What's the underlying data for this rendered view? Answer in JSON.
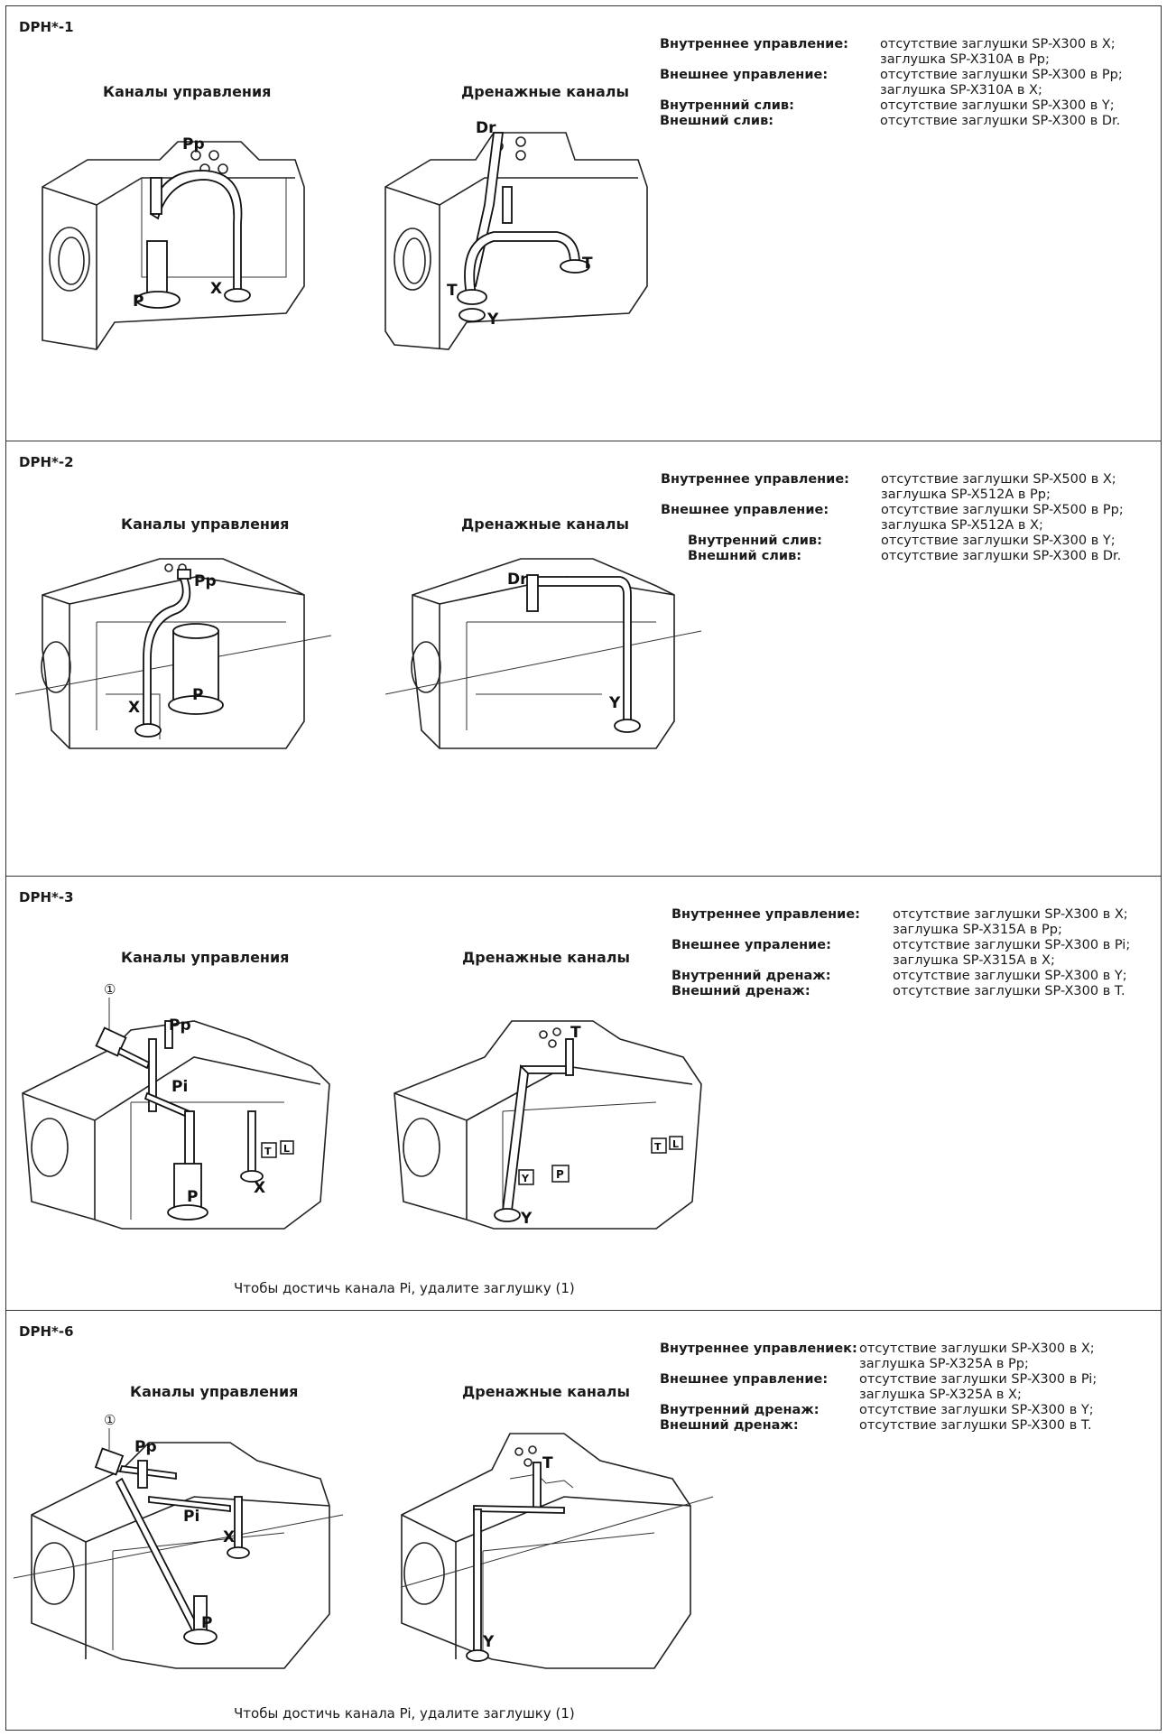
{
  "sections": [
    {
      "code": "DPH*-1",
      "control_caption": "Каналы управления",
      "drain_caption": "Дренажные каналы",
      "spec": [
        {
          "label": "Внутреннее управление:",
          "value": "отсутствие заглушки SP-X300 в X;",
          "cont": "заглушка SP-X310A в Pp;"
        },
        {
          "label": "Внешнее управление:",
          "value": "отсутствие заглушки SP-X300 в Pp;",
          "cont": "заглушка SP-X310A в X;"
        },
        {
          "label": "Внутренний слив:",
          "value": "отсутствие заглушки SP-X300 в Y;"
        },
        {
          "label": "Внешний слив:",
          "value": "отсутствие заглушки SP-X300 в Dr."
        }
      ],
      "labels": {
        "pp": "Pp",
        "p": "P",
        "x": "X",
        "dr": "Dr",
        "t": "T",
        "y": "Y"
      }
    },
    {
      "code": "DPH*-2",
      "control_caption": "Каналы управления",
      "drain_caption": "Дренажные каналы",
      "spec": [
        {
          "label": "Внутреннее управление:",
          "value": "отсутствие заглушки SP-X500 в X;",
          "cont": "заглушка SP-X512A в Pp;"
        },
        {
          "label": "Внешнее управление:",
          "value": "отсутствие заглушки SP-X500 в Pp;",
          "cont": "заглушка SP-X512A в X;"
        },
        {
          "label": "Внутренний слив:",
          "value": "отсутствие заглушки SP-X300 в Y;"
        },
        {
          "label": "Внешний слив:",
          "value": "отсутствие заглушки SP-X300 в Dr."
        }
      ],
      "labels": {
        "pp": "Pp",
        "p": "P",
        "x": "X",
        "dr": "Dr",
        "y": "Y"
      }
    },
    {
      "code": "DPH*-3",
      "control_caption": "Каналы управления",
      "drain_caption": "Дренажные каналы",
      "spec": [
        {
          "label": "Внутреннее управление:",
          "value": "отсутствие заглушки SP-X300 в X;",
          "cont": "заглушка SP-X315A в Pp;"
        },
        {
          "label": "Внешнее упраление:",
          "value": "отсутствие заглушки SP-X300 в Pi;",
          "cont": "заглушка SP-X315A в X;"
        },
        {
          "label": "Внутренний дренаж:",
          "value": "отсутствие заглушки SP-X300 в Y;"
        },
        {
          "label": "Внешний дренаж:",
          "value": "отсутствие заглушки SP-X300 в T."
        }
      ],
      "labels": {
        "one": "①",
        "pp": "Pp",
        "pi": "Pi",
        "p": "P",
        "x": "X",
        "t": "T",
        "l": "L",
        "y": "Y",
        "pbox": "P"
      },
      "note": "Чтобы достичь канала Pi, удалите заглушку (1)"
    },
    {
      "code": "DPH*-6",
      "control_caption": "Каналы управления",
      "drain_caption": "Дренажные каналы",
      "spec": [
        {
          "label": "Внутреннее управлениек:",
          "value": "отсутствие заглушки SP-X300 в X;",
          "cont": "заглушка SP-X325A в Pp;"
        },
        {
          "label": "Внешнее управление:",
          "value": "отсутствие заглушки SP-X300 в Pi;",
          "cont": "заглушка SP-X325A в X;"
        },
        {
          "label": "Внутренний дренаж:",
          "value": "отсутствие заглушки SP-X300 в Y;"
        },
        {
          "label": "Внешний дренаж:",
          "value": "отсутствие заглушки SP-X300 в T."
        }
      ],
      "labels": {
        "one": "①",
        "pp": "Pp",
        "pi": "Pi",
        "p": "P",
        "x": "X",
        "t": "T",
        "y": "Y"
      },
      "note": "Чтобы достичь канала Pi, удалите заглушку (1)"
    }
  ]
}
